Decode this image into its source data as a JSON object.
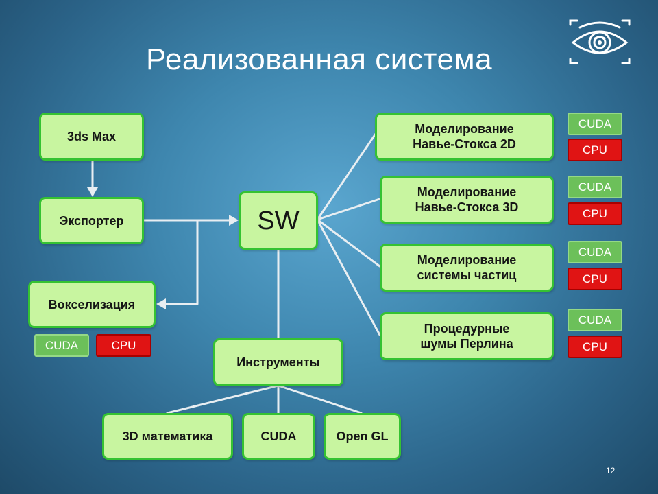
{
  "slide": {
    "title": "Реализованная система",
    "page_number": "12"
  },
  "nodes": {
    "max3ds": "3ds Max",
    "exporter": "Экспортер",
    "voxel": "Вокселизация",
    "sw": "SW",
    "sim2d": "Моделирование\nНавье-Стокса 2D",
    "sim3d": "Моделирование\nНавье-Стокса 3D",
    "particles": "Моделирование\nсистемы частиц",
    "perlin": "Процедурные\nшумы Перлина",
    "tools": "Инструменты",
    "math3d": "3D математика",
    "cuda_tool": "CUDA",
    "opengl": "Open GL"
  },
  "tags": {
    "cuda": "CUDA",
    "cpu": "CPU"
  },
  "colors": {
    "box_fill": "#c8f5a0",
    "box_border": "#35c232",
    "cuda_tag": "#6cc05a",
    "cpu_tag": "#e01414",
    "connector": "#e8eef2"
  },
  "icons": {
    "logo": "eye-logo-icon"
  }
}
